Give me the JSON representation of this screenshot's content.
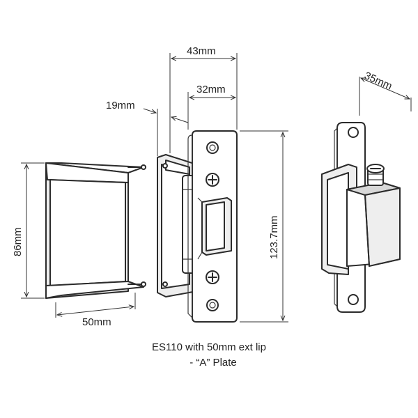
{
  "dimensions": {
    "overall_depth": "43mm",
    "face_width": "32mm",
    "lip_offset": "19mm",
    "side_depth": "35mm",
    "height": "123.7mm",
    "box_height": "86mm",
    "box_width": "50mm"
  },
  "caption": {
    "line1": "ES110 with 50mm ext lip",
    "line2": "- “A” Plate"
  },
  "colors": {
    "stroke": "#2b2b2b",
    "fill_light": "#eeeeee",
    "background": "#ffffff"
  }
}
